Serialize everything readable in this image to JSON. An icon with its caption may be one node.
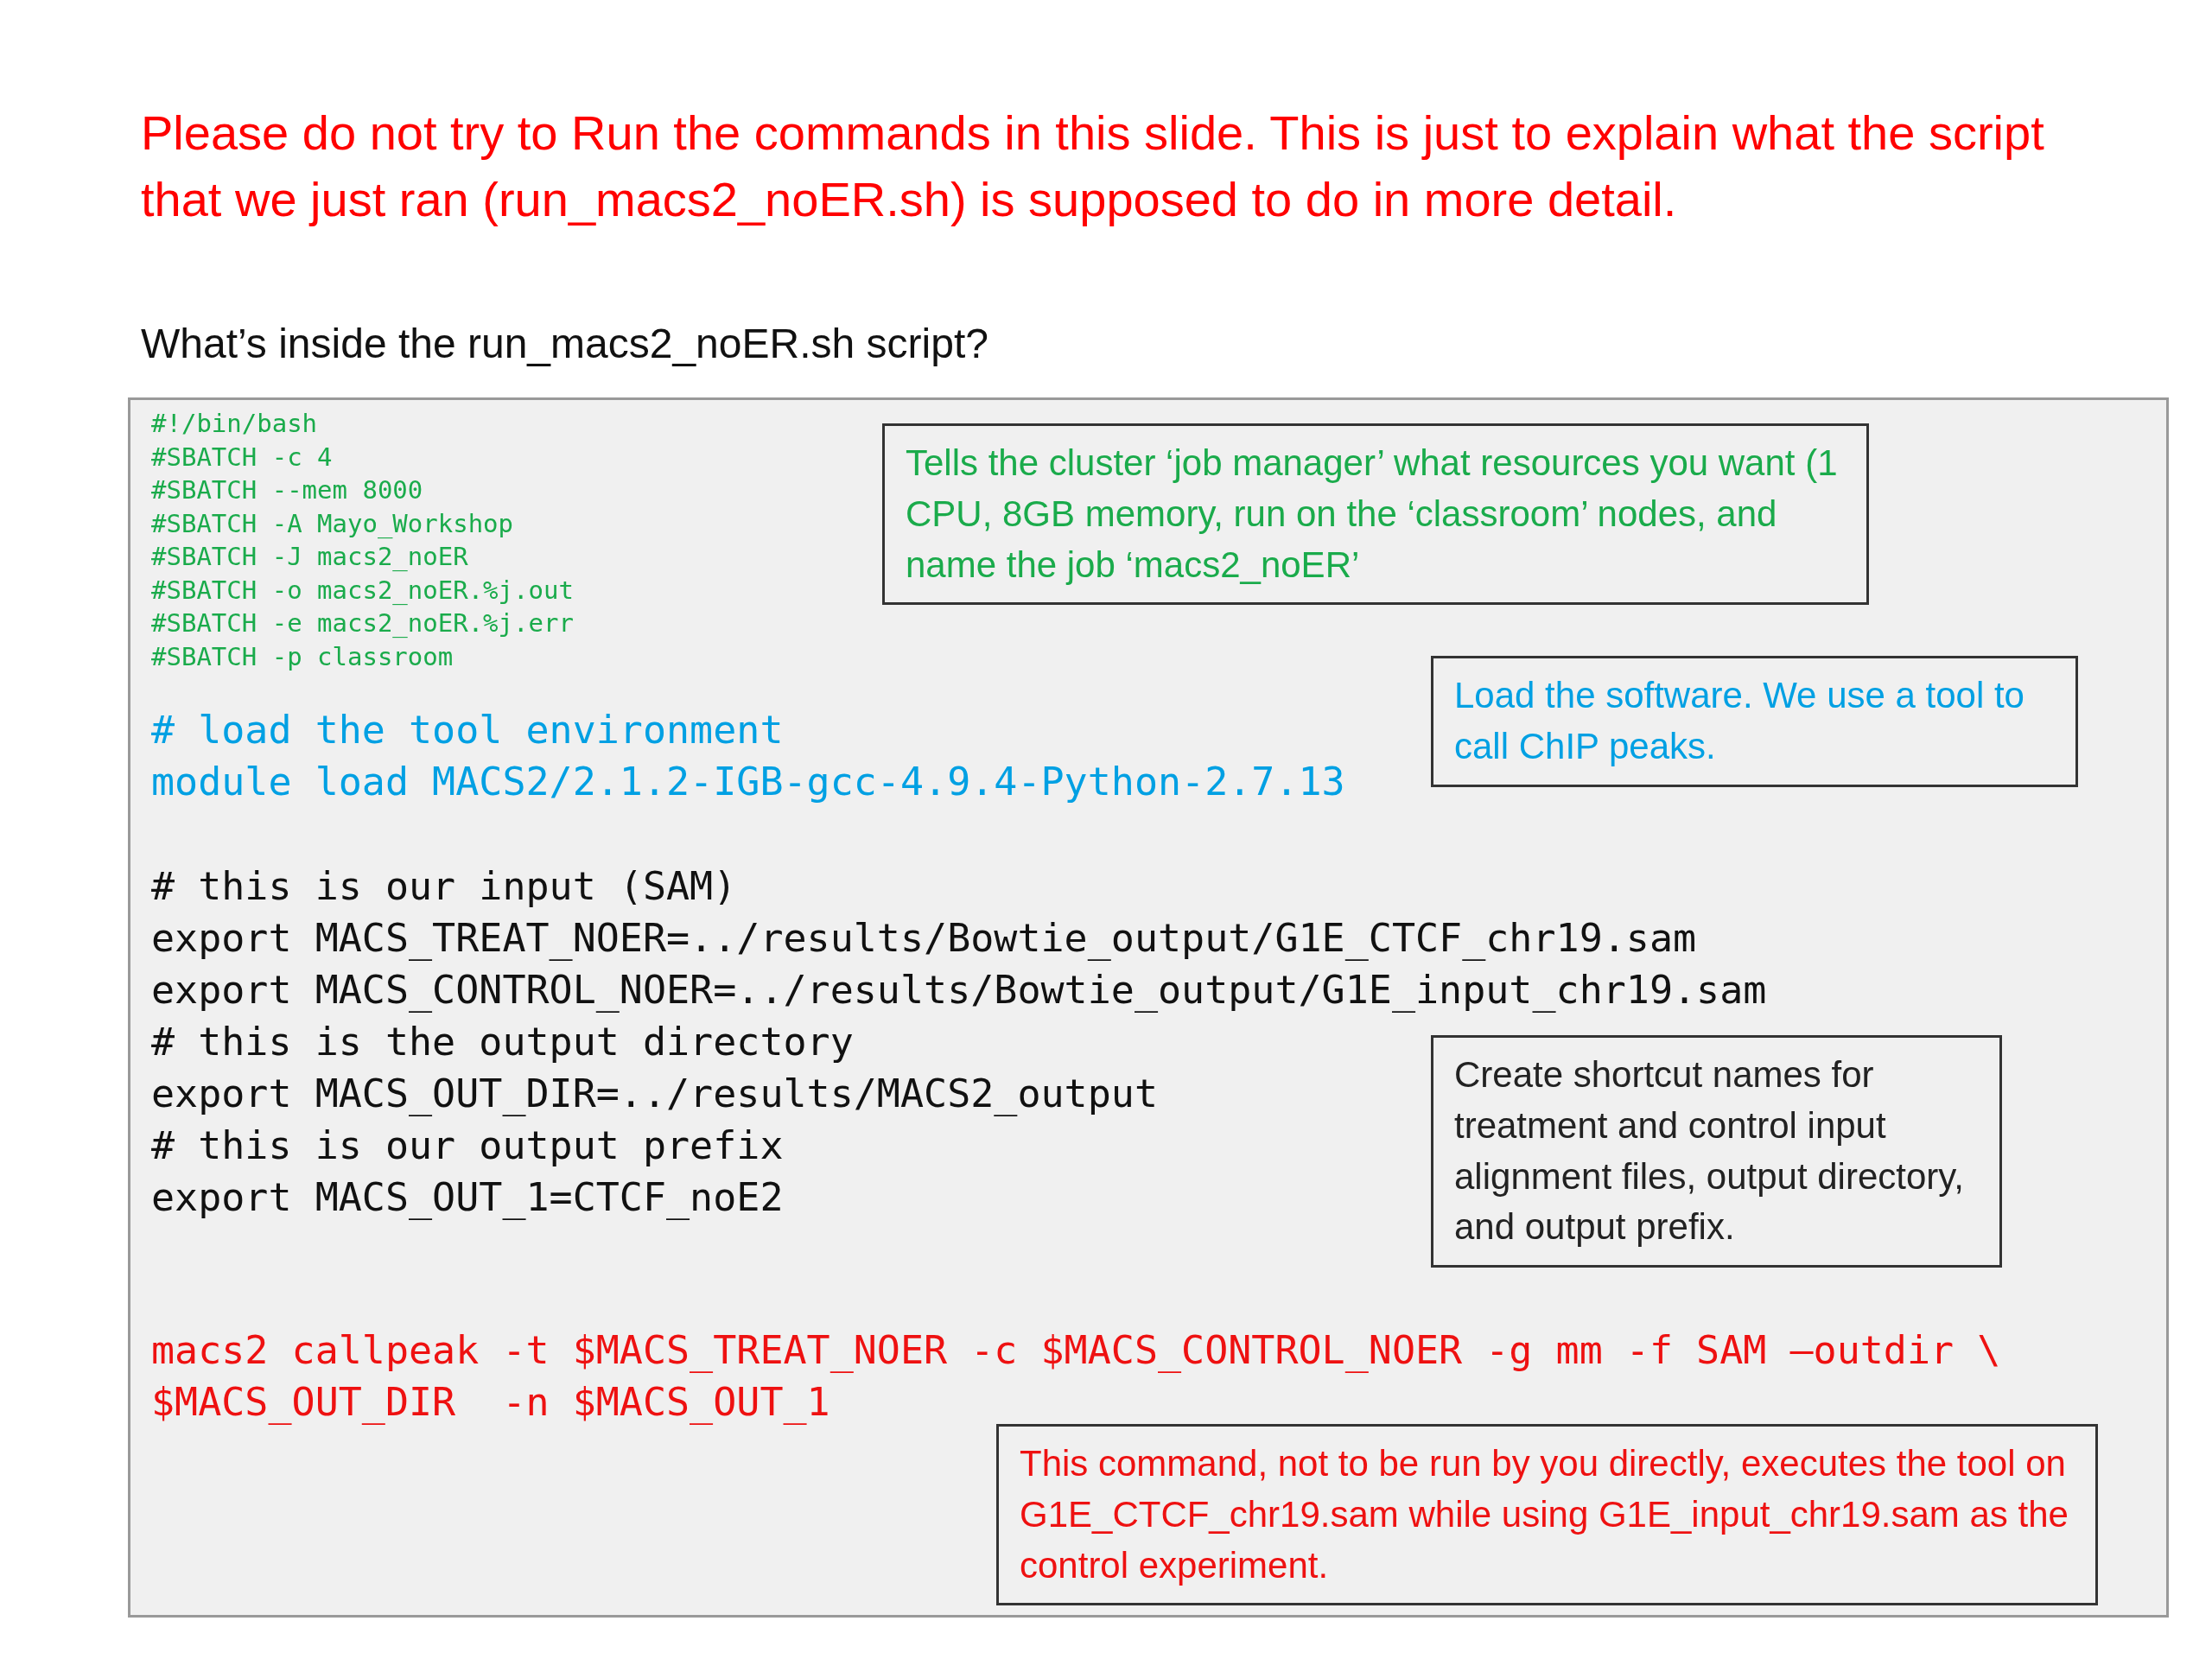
{
  "diagram": {
    "title": "Please do not try to Run the commands in this slide. This is just to explain what the script that we just ran (run_macs2_noER.sh) is supposed to do in more detail.",
    "nodes": [
      {
        "text": [],
        "shape": "box"
      },
      {
        "text": [
          "Tells the cluster ‘job manager’ what resources you want (1 CPU, 8GB memory, run on the ‘classroom’ nodes, and name the job ‘macs2_noER’"
        ],
        "in": 0
      },
      {
        "text": [
          "Load the software.  We use a tool to call ChIP peaks."
        ],
        "in": 0
      },
      {
        "text": [
          "Create shortcut names for treatment and control input alignment files, output directory, and output prefix."
        ],
        "in": 0
      },
      {
        "text": [
          "This command, not to be run by you directly, executes the tool on G1E_CTCF_chr19.sam while using G1E_input_chr19.sam as the control experiment."
        ],
        "in": 0
      }
    ],
    "labels": [
      "What’s inside the run_macs2_noER.sh  script?",
      "#!/bin/bash",
      "#SBATCH -c 4",
      "#SBATCH --mem 8000",
      "#SBATCH -A Mayo_Workshop",
      "#SBATCH -J macs2_noER",
      "#SBATCH -o macs2_noER.%j.out",
      "#SBATCH -e macs2_noER.%j.err",
      "#SBATCH -p classroom",
      "# load the tool environment",
      "module load MACS2/2.1.2-IGB-gcc-4.9.4-Python-2.7.13",
      "# this is our input (SAM)",
      "export MACS_TREAT_NOER=../results/Bowtie_output/G1E_CTCF_chr19.sam",
      "export MACS_CONTROL_NOER=../results/Bowtie_output/G1E_input_chr19.sam",
      "# this is the output directory",
      "export MACS_OUT_DIR=../results/MACS2_output",
      "# this is our output prefix",
      "export MACS_OUT_1=CTCF_noE2",
      "macs2 callpeak -t $MACS_TREAT_NOER -c $MACS_CONTROL_NOER -g mm -f SAM –outdir \\",
      "$MACS_OUT_DIR  -n $MACS_OUT_1"
    ]
  }
}
